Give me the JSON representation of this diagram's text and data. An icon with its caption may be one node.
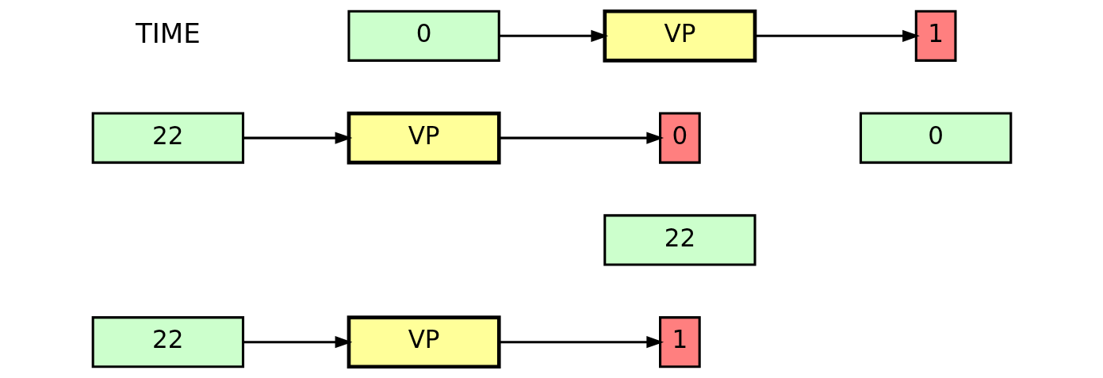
{
  "diagram": {
    "nodes": [
      {
        "text": [
          "0"
        ]
      },
      {
        "text": [
          "VP"
        ]
      },
      {
        "text": [
          "1"
        ]
      },
      {
        "text": [
          "0"
        ]
      },
      {
        "text": [
          "22"
        ]
      },
      {
        "text": [
          "VP"
        ]
      },
      {
        "text": [
          "0"
        ]
      },
      {
        "text": [
          "22"
        ]
      },
      {
        "text": [
          "22"
        ]
      },
      {
        "text": [
          "VP"
        ]
      },
      {
        "text": [
          "1"
        ]
      }
    ],
    "edges": [
      {
        "from": 0,
        "to": 1,
        "arrow": "to"
      },
      {
        "from": 1,
        "to": 2,
        "arrow": "to"
      },
      {
        "from": 4,
        "to": 5,
        "arrow": "to"
      },
      {
        "from": 5,
        "to": 6,
        "arrow": "to"
      },
      {
        "from": 8,
        "to": 9,
        "arrow": "to"
      },
      {
        "from": 9,
        "to": 10,
        "arrow": "to"
      }
    ],
    "labels": [
      "TIME"
    ]
  }
}
